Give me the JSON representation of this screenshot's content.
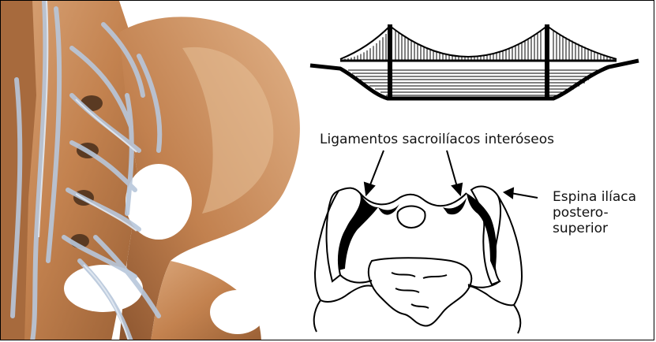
{
  "labels": {
    "interosseous_ligaments": "Ligamentos sacroilíacos interóseos",
    "spine_line1": "Espina ilíaca",
    "spine_line2": "postero-",
    "spine_line3": "superior"
  },
  "colors": {
    "bone": "#c8895a",
    "bone_dark": "#8a5530",
    "ligament": "#b9c6d8",
    "ink": "#000000"
  },
  "icons": {
    "bridge": "suspension-bridge-illustration",
    "pelvis": "sacroiliac-joint-line-drawing",
    "anatomy": "pelvis-ligaments-photo"
  }
}
